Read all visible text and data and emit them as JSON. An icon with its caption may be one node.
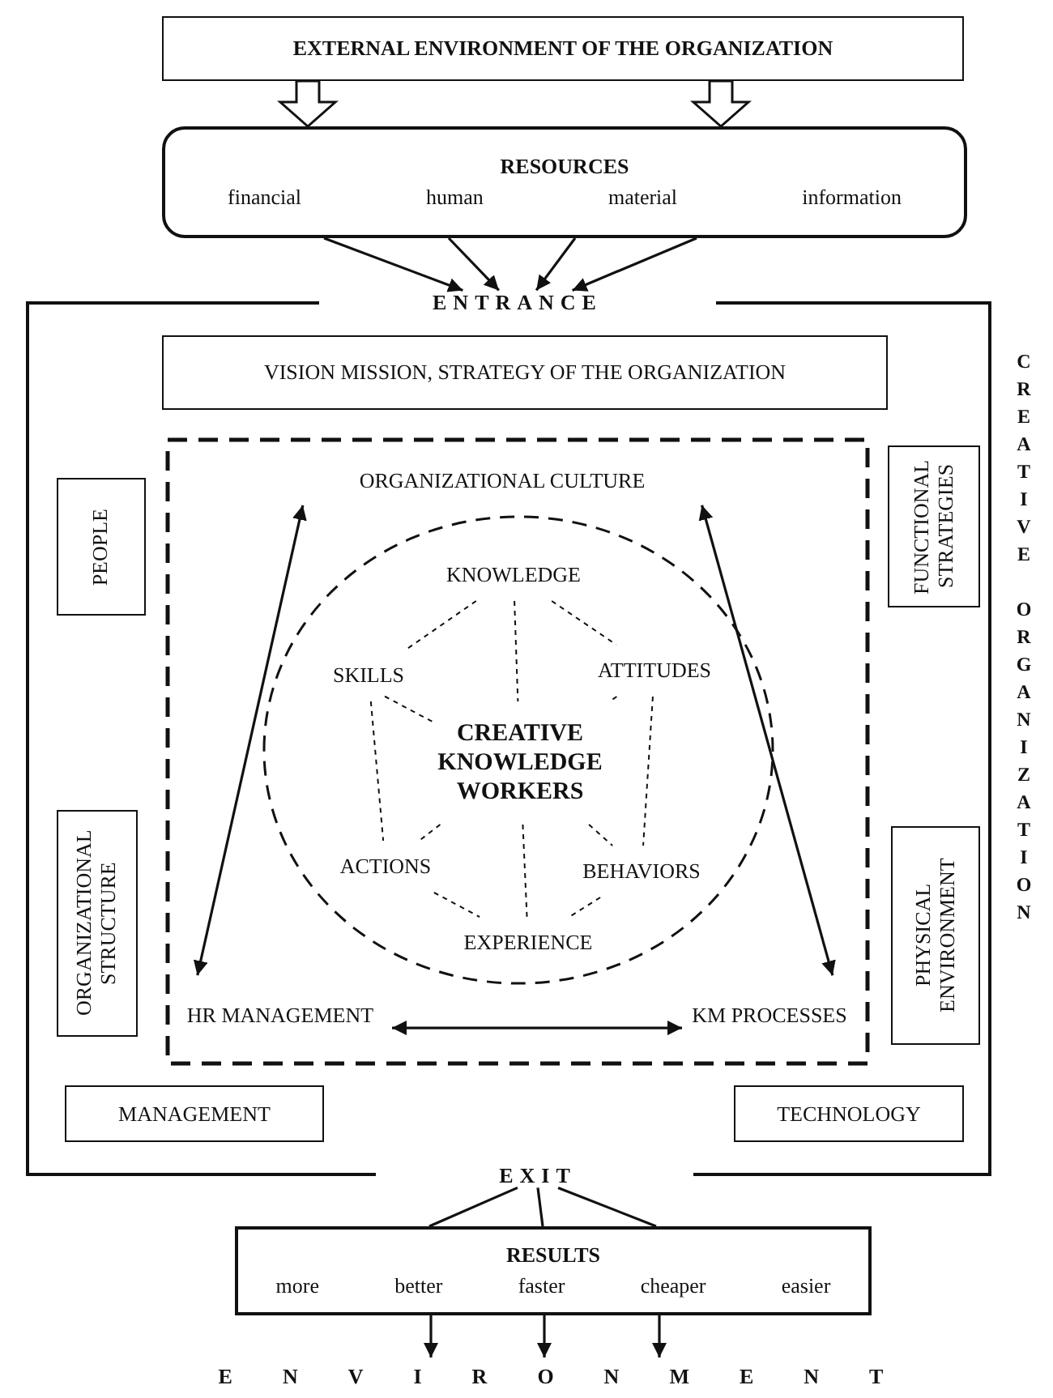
{
  "diagram": {
    "nodes": [
      {
        "text": [
          "EXTERNAL ENVIRONMENT OF THE ORGANIZATION"
        ]
      },
      {
        "text": [
          "RESOURCES",
          "financial",
          "human",
          "material",
          "information"
        ]
      },
      {
        "text": [],
        "shape": "box"
      },
      {
        "text": [
          "ENTRANCE"
        ],
        "in": 2
      },
      {
        "text": [
          "VISION MISSION, STRATEGY OF THE ORGANIZATION"
        ],
        "in": 2
      },
      {
        "text": [],
        "shape": "box",
        "in": 2
      },
      {
        "text": [
          "PEOPLE"
        ],
        "in": 2
      },
      {
        "text": [
          "FUNCTIONAL STRATEGIES"
        ],
        "in": 2
      },
      {
        "text": [
          "ORGANIZATIONAL STRUCTURE"
        ],
        "in": 2
      },
      {
        "text": [
          "PHYSICAL ENVIRONMENT"
        ],
        "in": 2
      },
      {
        "text": [
          "ORGANIZATIONAL CULTURE"
        ],
        "in": 5
      },
      {
        "text": [],
        "shape": "circle",
        "in": 5
      },
      {
        "text": [
          "KNOWLEDGE"
        ],
        "in": 11
      },
      {
        "text": [
          "SKILLS"
        ],
        "in": 11
      },
      {
        "text": [
          "ATTITUDES"
        ],
        "in": 11
      },
      {
        "text": [
          "CREATIVE KNOWLEDGE WORKERS"
        ],
        "in": 11
      },
      {
        "text": [
          "ACTIONS"
        ],
        "in": 11
      },
      {
        "text": [
          "BEHAVIORS"
        ],
        "in": 11
      },
      {
        "text": [
          "EXPERIENCE"
        ],
        "in": 11
      },
      {
        "text": [
          "HR MANAGEMENT"
        ],
        "in": 5
      },
      {
        "text": [
          "KM PROCESSES"
        ],
        "in": 5
      },
      {
        "text": [
          "MANAGEMENT"
        ],
        "in": 2
      },
      {
        "text": [
          "TECHNOLOGY"
        ],
        "in": 2
      },
      {
        "text": [
          "EXIT"
        ],
        "in": 2
      },
      {
        "text": [
          "RESULTS",
          "more",
          "better",
          "faster",
          "cheaper",
          "easier"
        ]
      },
      {
        "text": [
          "ENVIRONMENT"
        ]
      }
    ],
    "edges": [
      {
        "from": 0,
        "to": 1,
        "arrow": "to",
        "style": "thick"
      },
      {
        "from": 0,
        "to": 1,
        "arrow": "to",
        "style": "thick"
      },
      {
        "from": 1,
        "to": 3,
        "arrow": "to"
      },
      {
        "from": 1,
        "to": 3,
        "arrow": "to"
      },
      {
        "from": 1,
        "to": 3,
        "arrow": "to"
      },
      {
        "from": 1,
        "to": 3,
        "arrow": "to"
      },
      {
        "from": 12,
        "to": 13,
        "arrow": "none",
        "style": "dashed"
      },
      {
        "from": 12,
        "to": 14,
        "arrow": "none",
        "style": "dashed"
      },
      {
        "from": 12,
        "to": 15,
        "arrow": "none",
        "style": "dashed"
      },
      {
        "from": 13,
        "to": 15,
        "arrow": "none",
        "style": "dashed"
      },
      {
        "from": 14,
        "to": 15,
        "arrow": "none",
        "style": "dashed"
      },
      {
        "from": 13,
        "to": 16,
        "arrow": "none",
        "style": "dashed"
      },
      {
        "from": 14,
        "to": 17,
        "arrow": "none",
        "style": "dashed"
      },
      {
        "from": 15,
        "to": 16,
        "arrow": "none",
        "style": "dashed"
      },
      {
        "from": 15,
        "to": 17,
        "arrow": "none",
        "style": "dashed"
      },
      {
        "from": 15,
        "to": 18,
        "arrow": "none",
        "style": "dashed"
      },
      {
        "from": 16,
        "to": 18,
        "arrow": "none",
        "style": "dashed"
      },
      {
        "from": 17,
        "to": 18,
        "arrow": "none",
        "style": "dashed"
      },
      {
        "from": 10,
        "to": 19,
        "arrow": "both"
      },
      {
        "from": 10,
        "to": 20,
        "arrow": "both"
      },
      {
        "from": 19,
        "to": 20,
        "arrow": "both"
      },
      {
        "from": 23,
        "to": 24,
        "arrow": "none"
      },
      {
        "from": 23,
        "to": 24,
        "arrow": "none"
      },
      {
        "from": 23,
        "to": 24,
        "arrow": "none"
      },
      {
        "from": 24,
        "to": 25,
        "arrow": "to"
      },
      {
        "from": 24,
        "to": 25,
        "arrow": "to"
      },
      {
        "from": 24,
        "to": 25,
        "arrow": "to"
      }
    ],
    "labels": [
      "CREATIVE ORGANIZATION"
    ]
  }
}
